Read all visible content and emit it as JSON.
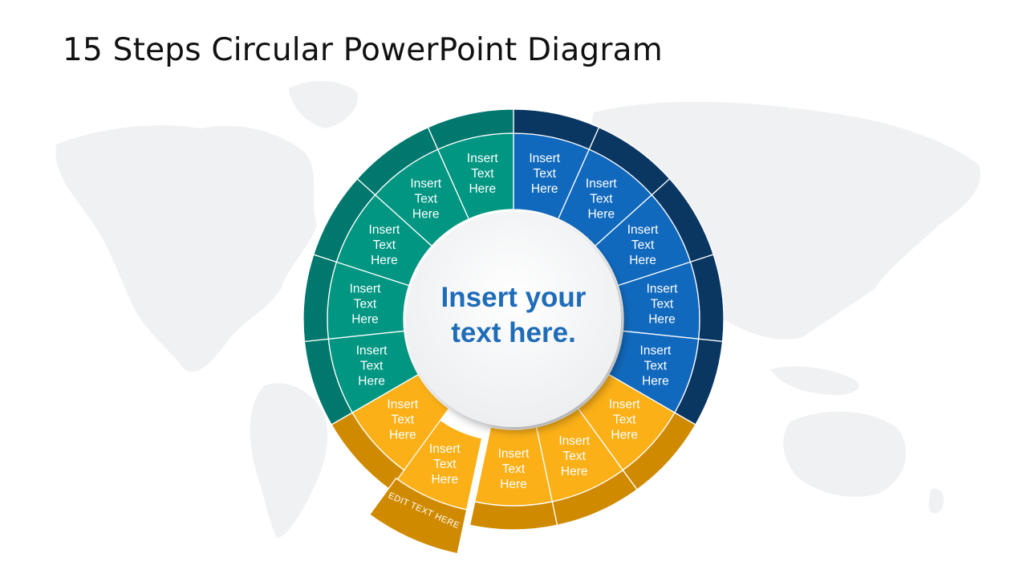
{
  "slide": {
    "title": "15 Steps Circular PowerPoint Diagram"
  },
  "colors": {
    "teal_inner": "#009682",
    "teal_outer": "#00786d",
    "blue_inner": "#1169bd",
    "blue_outer": "#0a3662",
    "gold_inner": "#fbb017",
    "gold_outer": "#d08a00",
    "center_text": "#1f6cb8",
    "map": "#f0f1f2"
  },
  "center": {
    "lines": [
      "Insert your",
      "text here."
    ]
  },
  "segments": [
    {
      "lines": [
        "Insert",
        "Text",
        "Here"
      ],
      "group": "blue"
    },
    {
      "lines": [
        "Insert",
        "Text",
        "Here"
      ],
      "group": "blue"
    },
    {
      "lines": [
        "Insert",
        "Text",
        "Here"
      ],
      "group": "blue"
    },
    {
      "lines": [
        "Insert",
        "Text",
        "Here"
      ],
      "group": "blue"
    },
    {
      "lines": [
        "Insert",
        "Text",
        "Here"
      ],
      "group": "blue"
    },
    {
      "lines": [
        "Insert",
        "Text",
        "Here"
      ],
      "group": "gold"
    },
    {
      "lines": [
        "Insert",
        "Text",
        "Here"
      ],
      "group": "gold"
    },
    {
      "lines": [
        "Insert",
        "Text",
        "Here"
      ],
      "group": "gold"
    },
    {
      "lines": [
        "Insert",
        "Text",
        "Here"
      ],
      "group": "gold",
      "highlighted": true
    },
    {
      "lines": [
        "Insert",
        "Text",
        "Here"
      ],
      "group": "gold"
    },
    {
      "lines": [
        "Insert",
        "Text",
        "Here"
      ],
      "group": "teal"
    },
    {
      "lines": [
        "Insert",
        "Text",
        "Here"
      ],
      "group": "teal"
    },
    {
      "lines": [
        "Insert",
        "Text",
        "Here"
      ],
      "group": "teal"
    },
    {
      "lines": [
        "Insert",
        "Text",
        "Here"
      ],
      "group": "teal"
    },
    {
      "lines": [
        "Insert",
        "Text",
        "Here"
      ],
      "group": "teal"
    }
  ],
  "outer_tab": {
    "label": "EDIT TEXT HERE"
  }
}
